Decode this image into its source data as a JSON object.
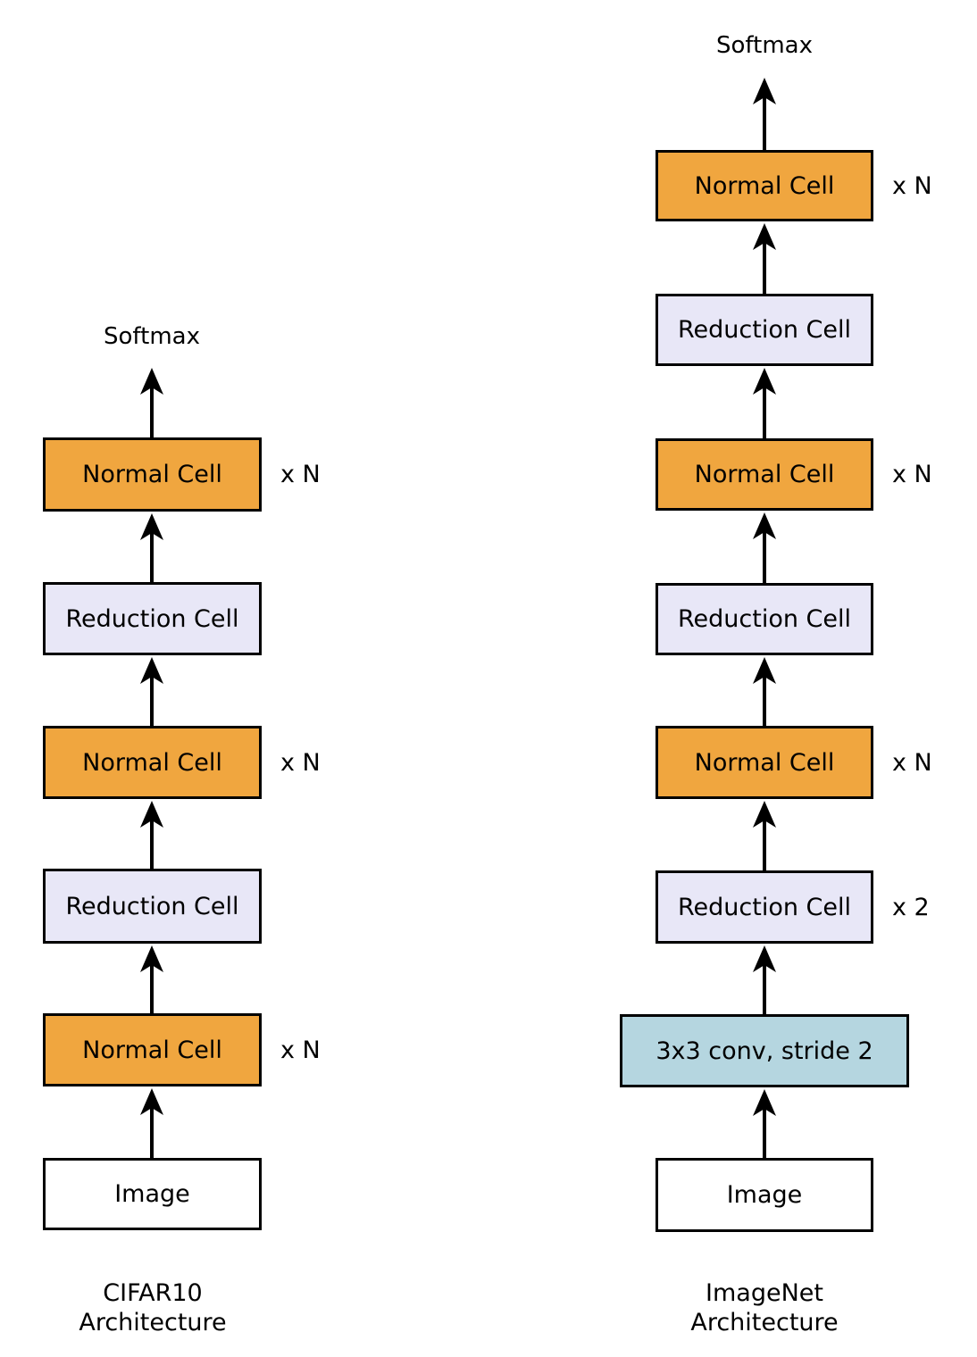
{
  "colors": {
    "normal_cell": "#F0A63F",
    "reduction_cell": "#E8E7F7",
    "conv_3x3": "#B5D6E0",
    "image_box": "#FFFFFF",
    "border": "#000000",
    "text": "#000000"
  },
  "columns": [
    {
      "id": "cifar10",
      "softmax_label": "Softmax",
      "caption": {
        "line1": "CIFAR10",
        "line2": "Architecture"
      },
      "blocks": [
        {
          "label": "Normal Cell",
          "type": "normal",
          "repeat": "x N"
        },
        {
          "label": "Reduction Cell",
          "type": "reduction",
          "repeat": ""
        },
        {
          "label": "Normal Cell",
          "type": "normal",
          "repeat": "x N"
        },
        {
          "label": "Reduction Cell",
          "type": "reduction",
          "repeat": ""
        },
        {
          "label": "Normal Cell",
          "type": "normal",
          "repeat": "x N"
        },
        {
          "label": "Image",
          "type": "input",
          "repeat": ""
        }
      ]
    },
    {
      "id": "imagenet",
      "softmax_label": "Softmax",
      "caption": {
        "line1": "ImageNet",
        "line2": "Architecture"
      },
      "blocks": [
        {
          "label": "Normal Cell",
          "type": "normal",
          "repeat": "x N"
        },
        {
          "label": "Reduction Cell",
          "type": "reduction",
          "repeat": ""
        },
        {
          "label": "Normal Cell",
          "type": "normal",
          "repeat": "x N"
        },
        {
          "label": "Reduction Cell",
          "type": "reduction",
          "repeat": ""
        },
        {
          "label": "Normal Cell",
          "type": "normal",
          "repeat": "x N"
        },
        {
          "label": "Reduction Cell",
          "type": "reduction",
          "repeat": "x 2"
        },
        {
          "label": "3x3 conv, stride 2",
          "type": "conv",
          "repeat": ""
        },
        {
          "label": "Image",
          "type": "input",
          "repeat": ""
        }
      ]
    }
  ]
}
